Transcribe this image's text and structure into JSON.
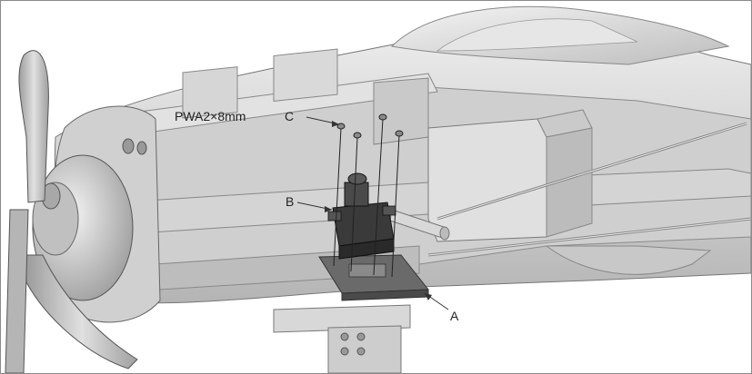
{
  "callouts": {
    "screw_spec": "PWA2×8mm",
    "label_c": "C",
    "label_b": "B",
    "label_a": "A"
  },
  "colors": {
    "body_light": "#dcdcdc",
    "body_mid": "#c4c4c4",
    "body_shadow": "#a6a6a6",
    "line": "#555555",
    "servo_dark": "#3a3a3a",
    "tray": "#6a6a6a",
    "leader": "#333333"
  }
}
